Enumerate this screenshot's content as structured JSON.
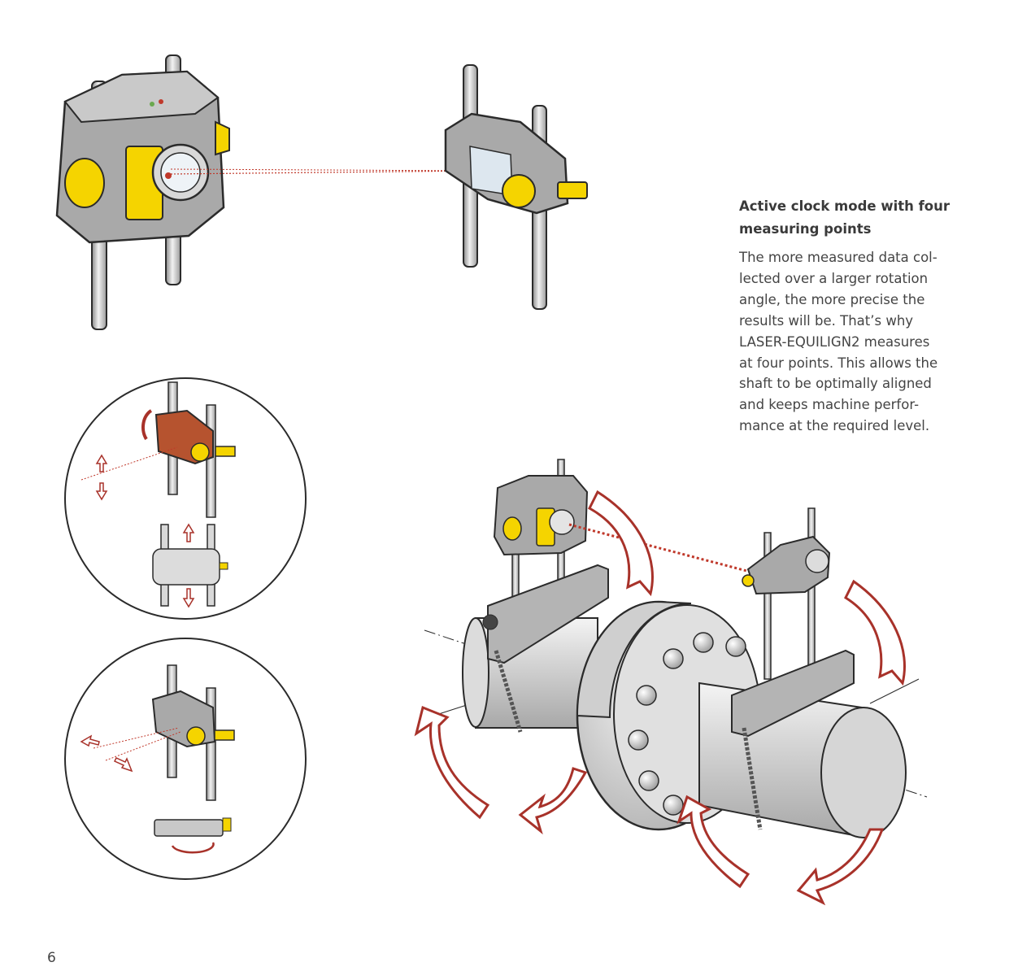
{
  "text": {
    "heading_lines": [
      "Active clock mode with four",
      "measuring points"
    ],
    "body_lines": [
      "The more measured data col-",
      "lected over a larger rotation",
      "angle, the more precise the",
      "results will be. That’s why",
      "LASER-EQUILIGN2 measures",
      "at four points. This allows the",
      "shaft to be optimally aligned",
      "and keeps machine perfor-",
      "mance at the required level."
    ]
  },
  "page": {
    "number": "6"
  },
  "colors": {
    "yellow": "#f5d400",
    "gray_body": "#a9a9a9",
    "laser_red": "#c0392b",
    "arrow_red": "#a8322a",
    "orange_body": "#b6532f",
    "outline": "#2b2b2b"
  }
}
